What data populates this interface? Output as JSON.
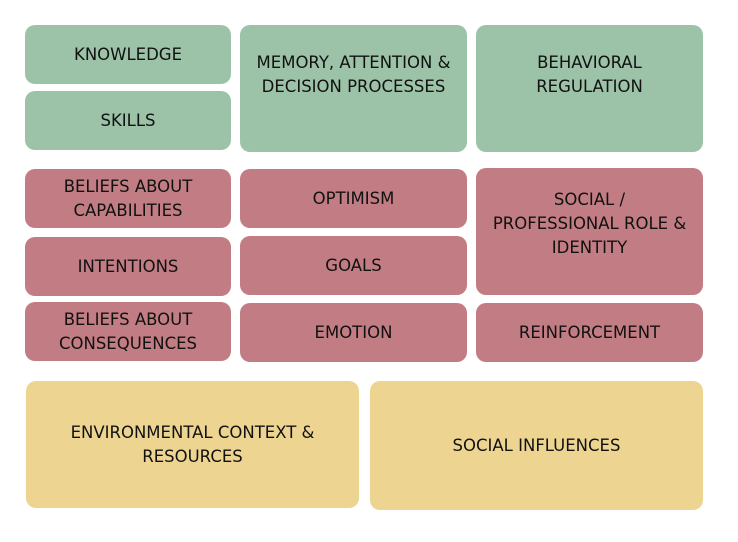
{
  "colors": {
    "green": "#9cc3a8",
    "pink": "#c17d83",
    "yellow": "#edd591"
  },
  "boxes": {
    "knowledge": "KNOWLEDGE",
    "skills": "SKILLS",
    "memory": "MEMORY, ATTENTION &\nDECISION PROCESSES",
    "behavioral": "BEHAVIORAL\nREGULATION",
    "beliefs_capabilities": "BELIEFS ABOUT\nCAPABILITIES",
    "intentions": "INTENTIONS",
    "beliefs_consequences": "BELIEFS ABOUT\nCONSEQUENCES",
    "optimism": "OPTIMISM",
    "goals": "GOALS",
    "emotion": "EMOTION",
    "social_role": "SOCIAL /\nPROFESSIONAL ROLE &\nIDENTITY",
    "reinforcement": "REINFORCEMENT",
    "environmental": "ENVIRONMENTAL CONTEXT &\nRESOURCES",
    "social_influences": "SOCIAL INFLUENCES"
  }
}
